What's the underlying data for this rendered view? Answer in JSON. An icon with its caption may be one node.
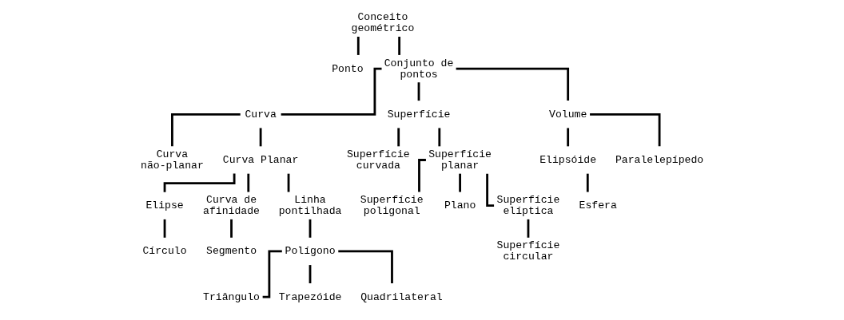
{
  "diagram": {
    "nodes": [
      {
        "text": [
          "Conceito geométrico"
        ]
      },
      {
        "text": [
          "Ponto"
        ]
      },
      {
        "text": [
          "Conjunto de pontos"
        ]
      },
      {
        "text": [
          "Curva"
        ]
      },
      {
        "text": [
          "Superfície"
        ]
      },
      {
        "text": [
          "Volume"
        ]
      },
      {
        "text": [
          "Curva não-planar"
        ]
      },
      {
        "text": [
          "Curva Planar"
        ]
      },
      {
        "text": [
          "Superfície curvada"
        ]
      },
      {
        "text": [
          "Superfície planar"
        ]
      },
      {
        "text": [
          "Elipsóide"
        ]
      },
      {
        "text": [
          "Paralelepípedo"
        ]
      },
      {
        "text": [
          "Esfera"
        ]
      },
      {
        "text": [
          "Elipse"
        ]
      },
      {
        "text": [
          "Curva de afinidade"
        ]
      },
      {
        "text": [
          "Linha pontilhada"
        ]
      },
      {
        "text": [
          "Superfície poligonal"
        ]
      },
      {
        "text": [
          "Plano"
        ]
      },
      {
        "text": [
          "Superfície elíptica"
        ]
      },
      {
        "text": [
          "Círculo"
        ]
      },
      {
        "text": [
          "Segmento"
        ]
      },
      {
        "text": [
          "Polígono"
        ]
      },
      {
        "text": [
          "Superfície circular"
        ]
      },
      {
        "text": [
          "Triângulo"
        ]
      },
      {
        "text": [
          "Trapezóide"
        ]
      },
      {
        "text": [
          "Quadrilateral"
        ]
      }
    ],
    "edges": [
      {
        "from": 0,
        "to": 1,
        "arrow": "none"
      },
      {
        "from": 0,
        "to": 2,
        "arrow": "none"
      },
      {
        "from": 2,
        "to": 3,
        "arrow": "none"
      },
      {
        "from": 2,
        "to": 4,
        "arrow": "none"
      },
      {
        "from": 2,
        "to": 5,
        "arrow": "none"
      },
      {
        "from": 3,
        "to": 6,
        "arrow": "none"
      },
      {
        "from": 3,
        "to": 7,
        "arrow": "none"
      },
      {
        "from": 4,
        "to": 8,
        "arrow": "none"
      },
      {
        "from": 4,
        "to": 9,
        "arrow": "none"
      },
      {
        "from": 5,
        "to": 10,
        "arrow": "none"
      },
      {
        "from": 5,
        "to": 11,
        "arrow": "none"
      },
      {
        "from": 10,
        "to": 12,
        "arrow": "none"
      },
      {
        "from": 7,
        "to": 13,
        "arrow": "none"
      },
      {
        "from": 7,
        "to": 14,
        "arrow": "none"
      },
      {
        "from": 7,
        "to": 15,
        "arrow": "none"
      },
      {
        "from": 9,
        "to": 16,
        "arrow": "none"
      },
      {
        "from": 9,
        "to": 17,
        "arrow": "none"
      },
      {
        "from": 9,
        "to": 18,
        "arrow": "none"
      },
      {
        "from": 13,
        "to": 19,
        "arrow": "none"
      },
      {
        "from": 14,
        "to": 20,
        "arrow": "none"
      },
      {
        "from": 15,
        "to": 21,
        "arrow": "none"
      },
      {
        "from": 18,
        "to": 22,
        "arrow": "none"
      },
      {
        "from": 21,
        "to": 23,
        "arrow": "none"
      },
      {
        "from": 21,
        "to": 24,
        "arrow": "none"
      },
      {
        "from": 21,
        "to": 25,
        "arrow": "none"
      }
    ]
  }
}
